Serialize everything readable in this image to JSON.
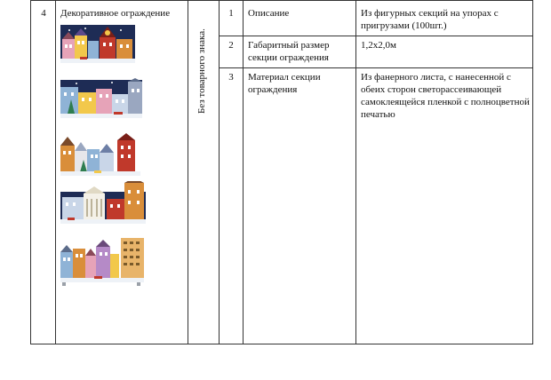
{
  "row": {
    "number": "4",
    "name": "Декоративное ограждение",
    "trademark_note": "Без товарного знака.",
    "specs": [
      {
        "num": "1",
        "label": "Описание",
        "value": "Из фигурных секций на упорах с пригрузами (100шт.)"
      },
      {
        "num": "2",
        "label": "Габаритный размер секции ограждения",
        "value": "1,2х2,0м"
      },
      {
        "num": "3",
        "label": "Материал секции ограждения",
        "value": "Из фанерного листа, с нанесенной с обеих сторон светорассеивающей самоклеящейся пленкой с полноцветной печатью"
      }
    ]
  },
  "colors": {
    "line": "#333333",
    "sky": "#1e2c55",
    "snow": "#ffffff",
    "brick_red": "#c0392b",
    "pink": "#e6a3b8",
    "yellow": "#f2c84b",
    "blue": "#8fb3d6"
  }
}
